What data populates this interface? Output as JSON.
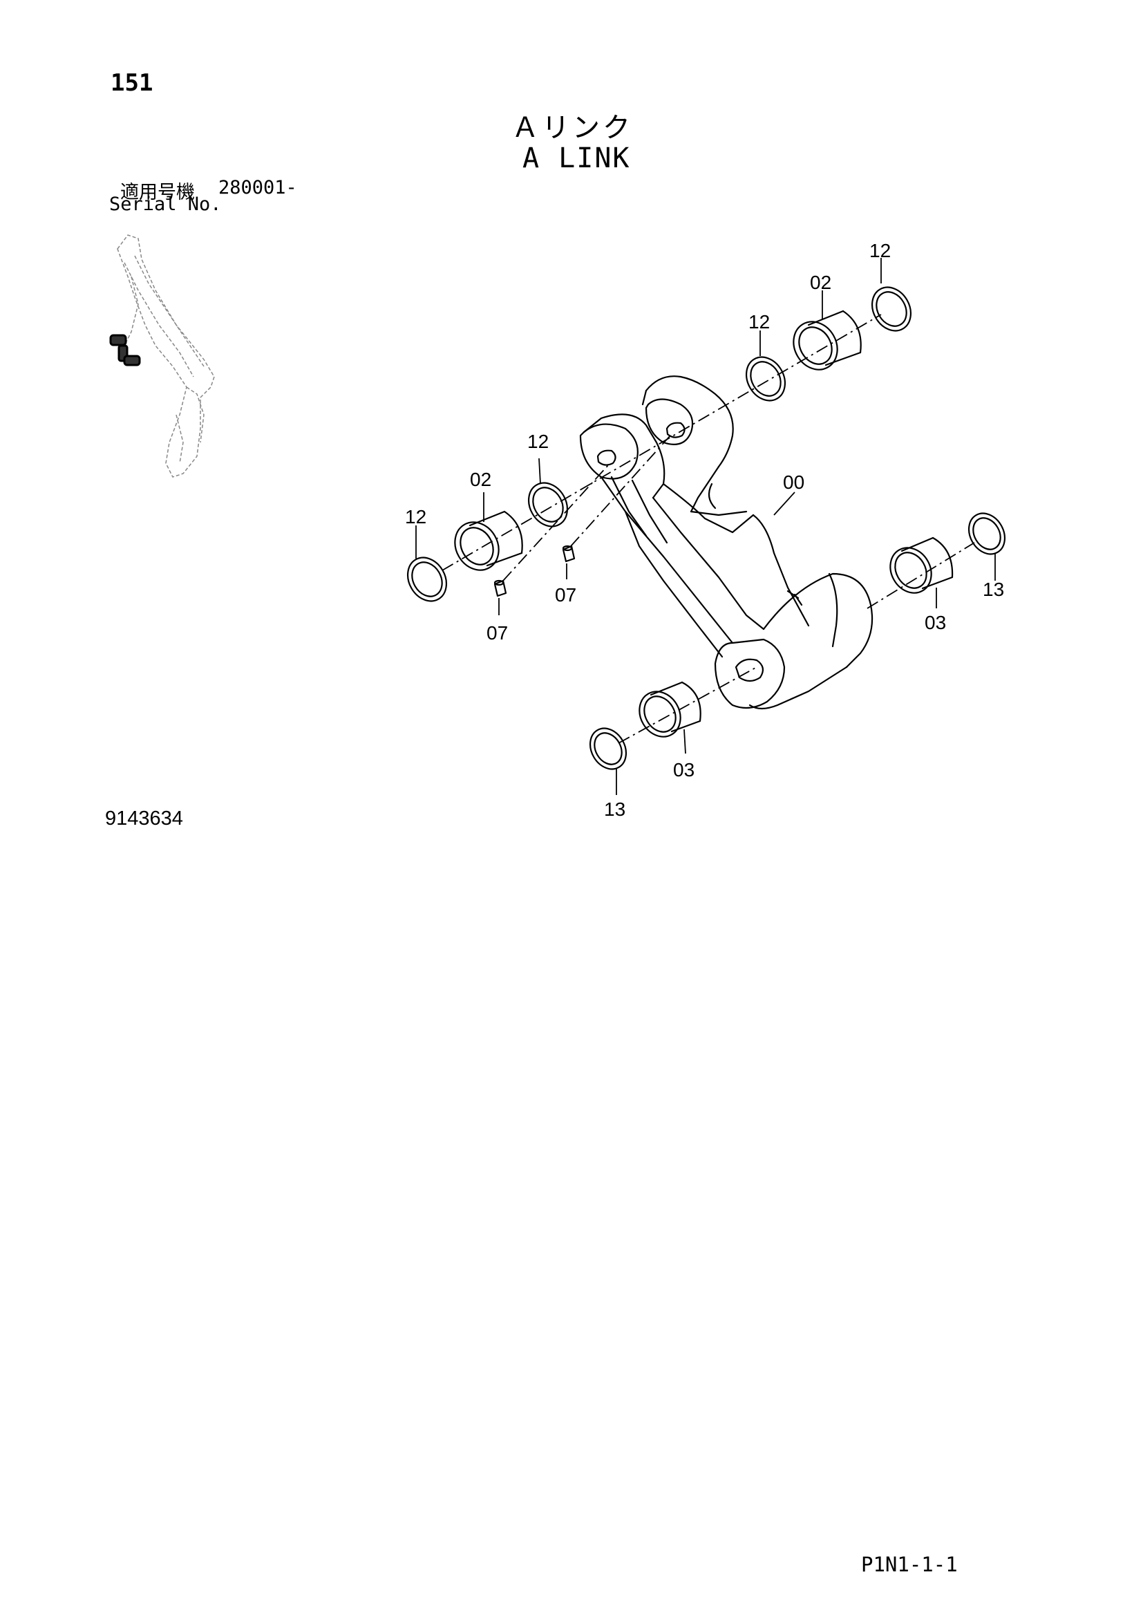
{
  "header": {
    "page_number": "151",
    "title_jp": "Ａリンク",
    "title_en": "A LINK",
    "serial_label_jp": "適用号機",
    "serial_range": "280001-",
    "serial_label_en": "Serial No."
  },
  "footer": {
    "drawing_number": "9143634",
    "page_code": "P1N1-1-1"
  },
  "callouts": {
    "c12_top": "12",
    "c02_top": "02",
    "c12_mid": "12",
    "c12_left_b": "12",
    "c02_left": "02",
    "c12_left": "12",
    "c00": "00",
    "c07_a": "07",
    "c07_b": "07",
    "c13_right": "13",
    "c03_right": "03",
    "c03_bottom": "03",
    "c13_bottom": "13"
  }
}
